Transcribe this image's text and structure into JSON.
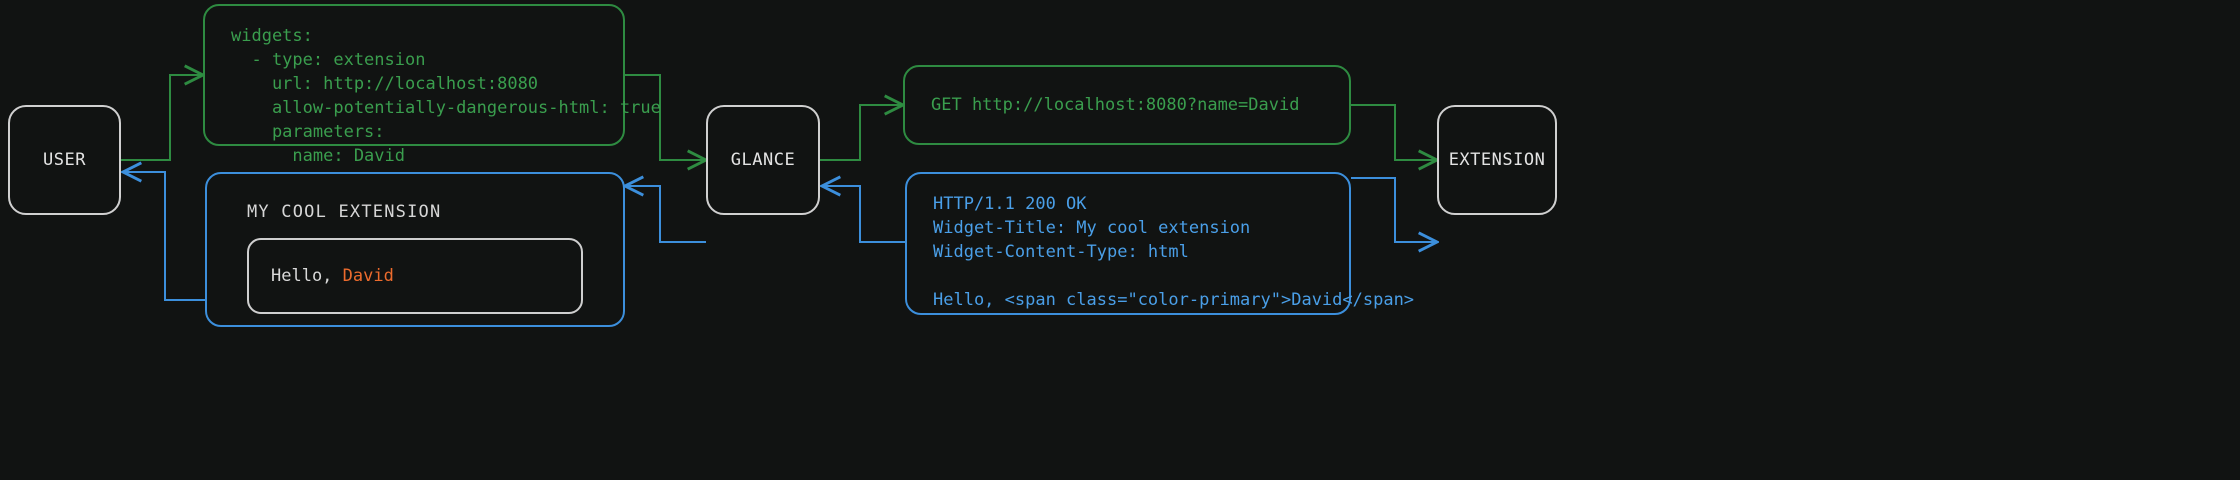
{
  "theme": {
    "background": "#111312",
    "node_border": "#d0d0d0",
    "node_text": "#e3e3e3",
    "request_green": "#3a9e4e",
    "request_green_border": "#2e8b41",
    "response_blue": "#4a9fe8",
    "response_blue_border": "#3c8fdc",
    "accent_orange": "#ec6b2d"
  },
  "nodes": {
    "user": {
      "label": "USER"
    },
    "glance": {
      "label": "GLANCE"
    },
    "extension": {
      "label": "EXTENSION"
    }
  },
  "config_block": {
    "lines": [
      "widgets:",
      "  - type: extension",
      "    url: http://localhost:8080",
      "    allow-potentially-dangerous-html: true",
      "    parameters:",
      "      name: David"
    ]
  },
  "request_block": {
    "lines": [
      "GET http://localhost:8080?name=David"
    ]
  },
  "response_block": {
    "lines": [
      "HTTP/1.1 200 OK",
      "Widget-Title: My cool extension",
      "Widget-Content-Type: html",
      "",
      "Hello, <span class=\"color-primary\">David</span>"
    ]
  },
  "widget_render": {
    "title": "MY COOL EXTENSION",
    "body_prefix": "Hello, ",
    "body_name": "David"
  }
}
